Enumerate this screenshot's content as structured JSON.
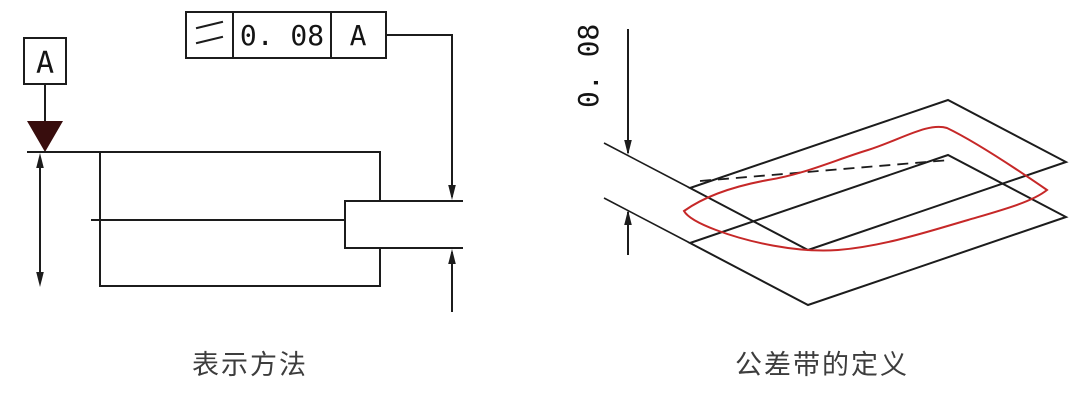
{
  "page": {
    "background": "#ffffff"
  },
  "colors": {
    "line": "#1c1c1c",
    "surface_curve": "#c62828",
    "datum_triangle_fill": "#380d0d",
    "caption_text": "#3d3d3d"
  },
  "left_view": {
    "caption": "表示方法",
    "datum_label": "A",
    "feature_control_frame": {
      "symbol": "parallelism",
      "tolerance_value": "0. 08",
      "datum_reference": "A"
    }
  },
  "right_view": {
    "caption": "公差带的定义",
    "tolerance_width_label": "0. 08"
  }
}
